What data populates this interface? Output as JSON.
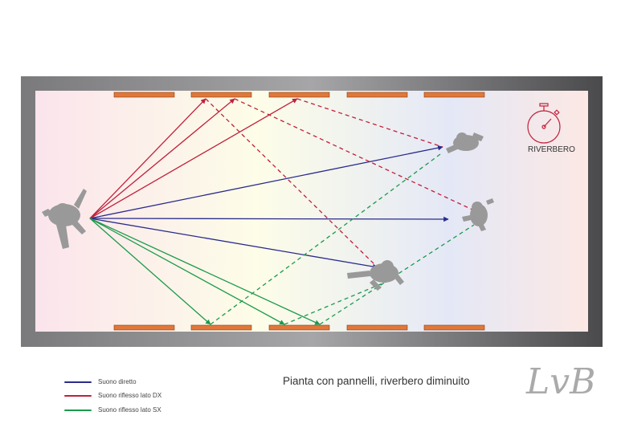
{
  "title": "Pianta con pannelli, riverbero diminuito",
  "icon_label": "RIVERBERO",
  "logo": "LvB",
  "legend": [
    {
      "label": "Suono diretto",
      "color": "#2b2b8c"
    },
    {
      "label": "Suono riflesso lato DX",
      "color": "#c0203a"
    },
    {
      "label": "Suono riflesso lato SX",
      "color": "#1a9a4a"
    }
  ]
}
